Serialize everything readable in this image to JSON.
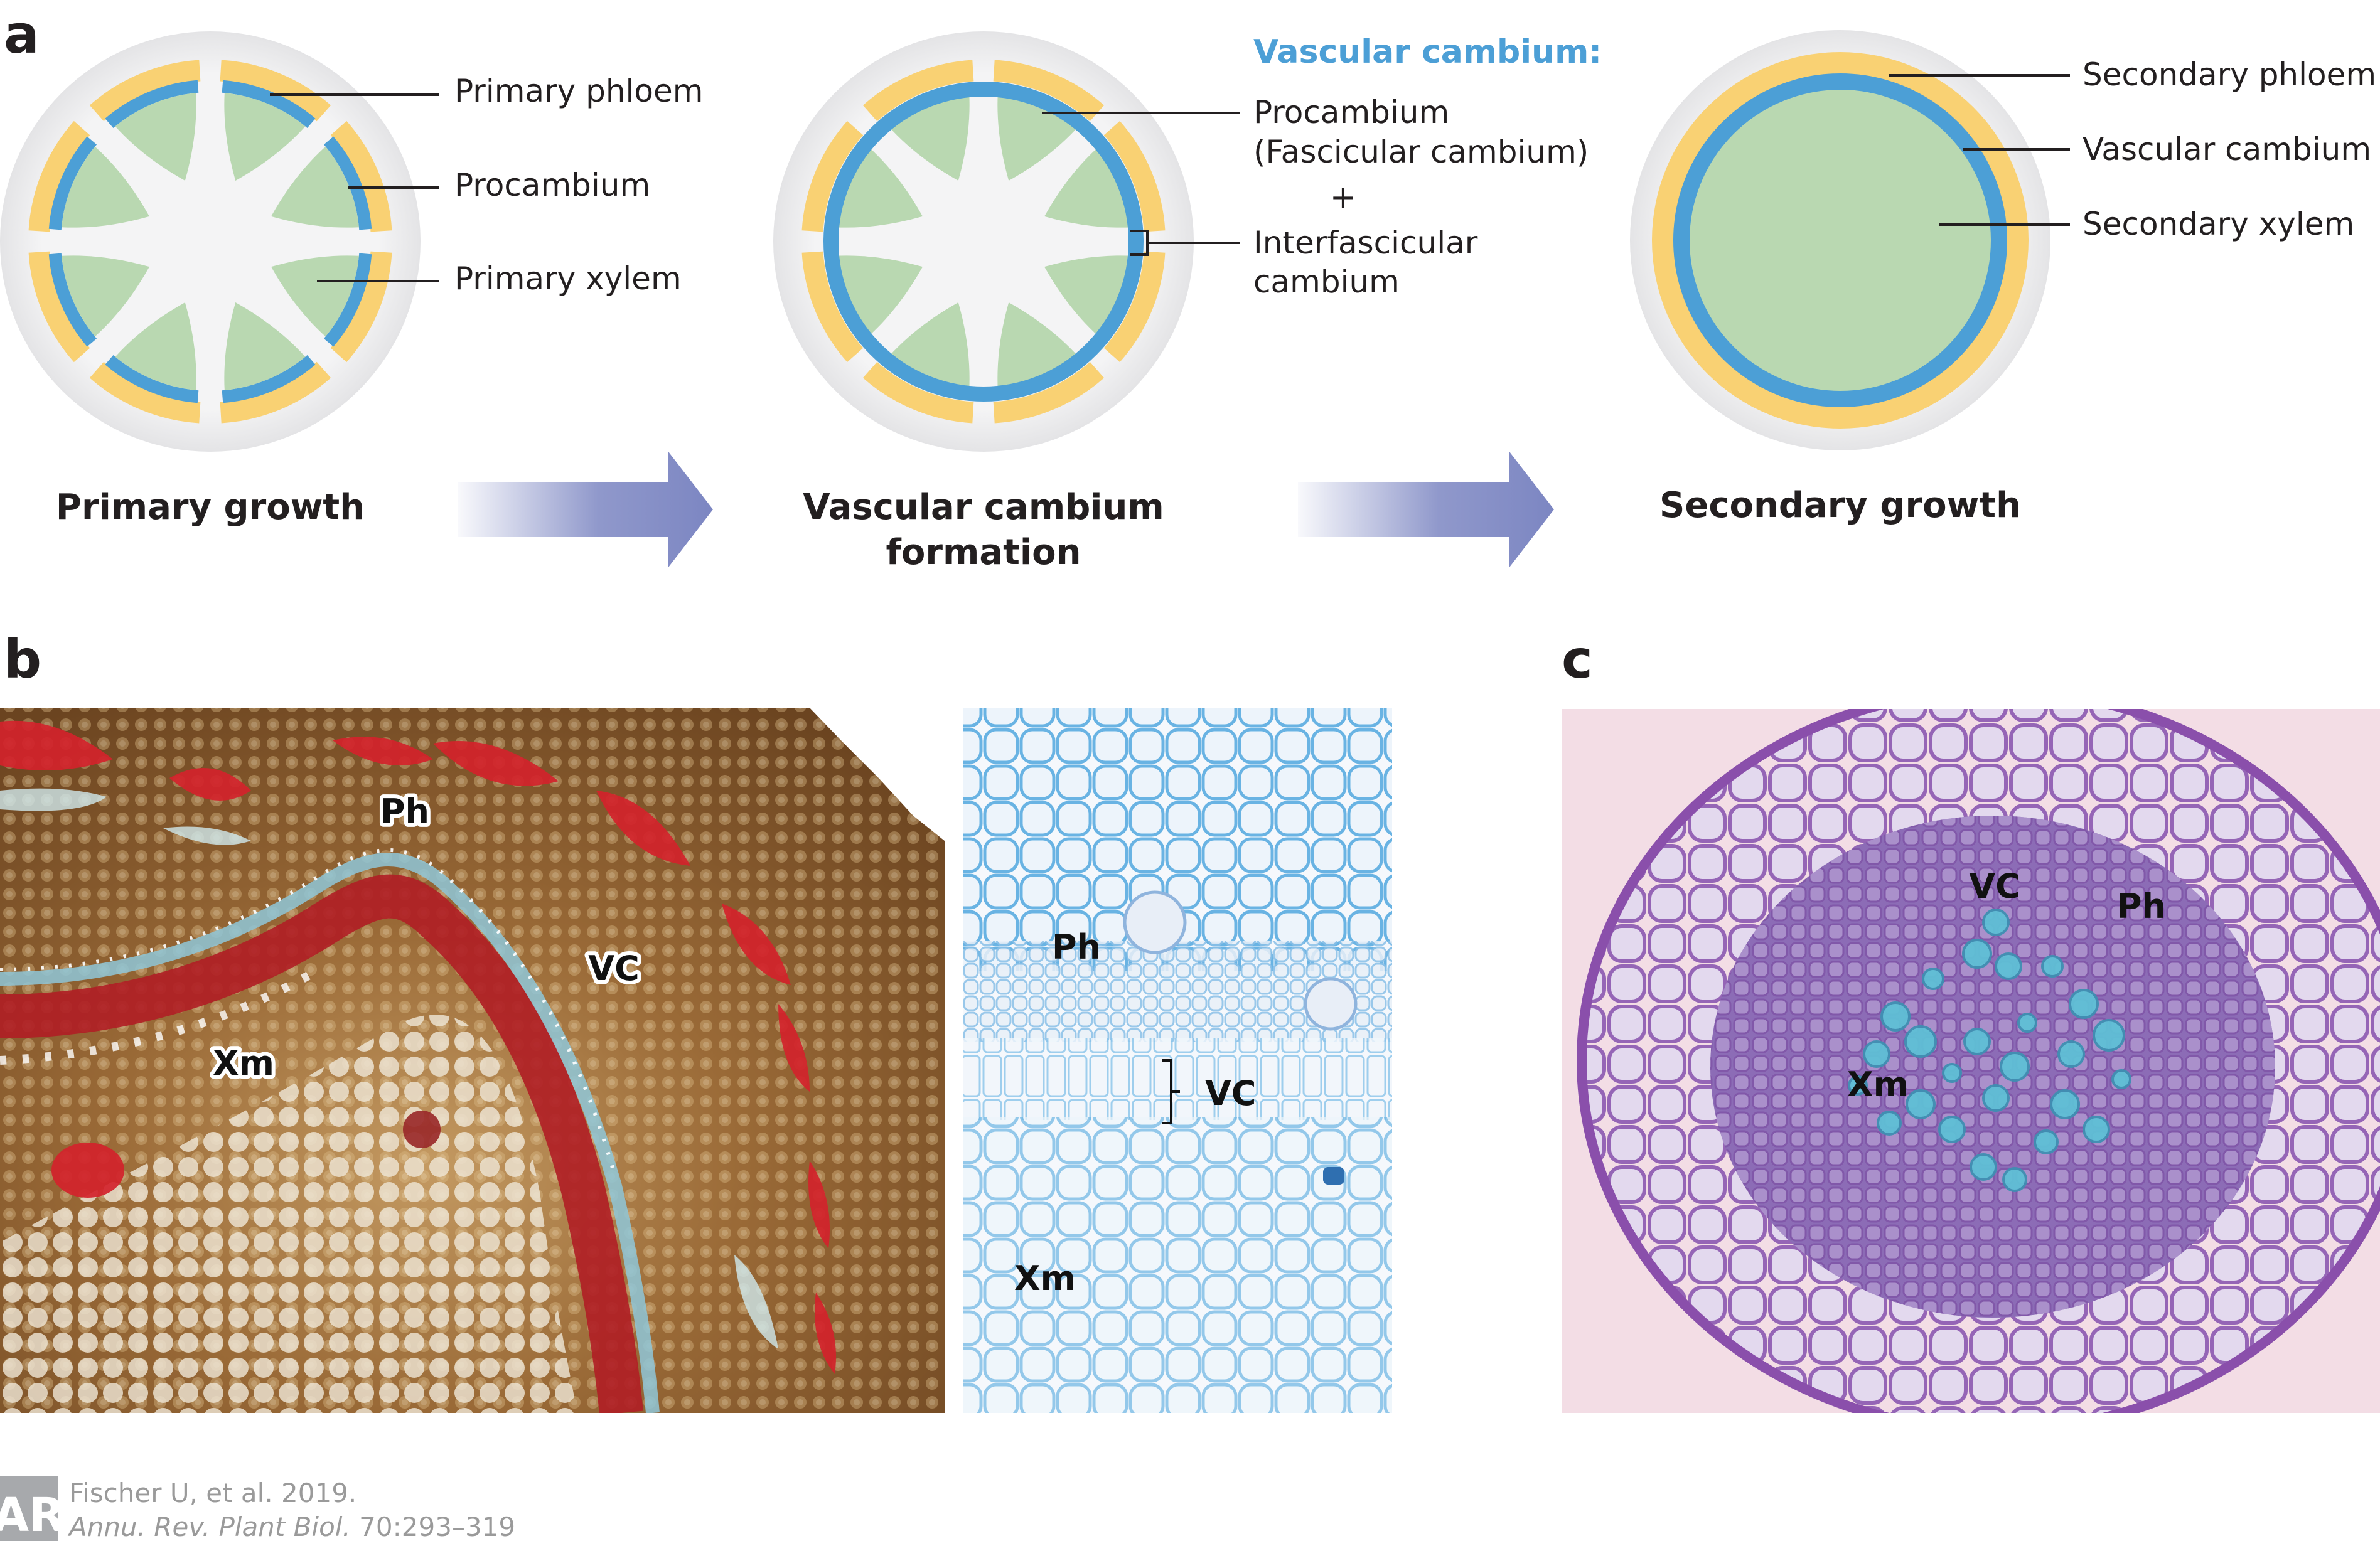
{
  "panels": {
    "a": "a",
    "b": "b",
    "c": "c"
  },
  "colors": {
    "phloem": "#f9d173",
    "cambium": "#4c9fd6",
    "xylem": "#b9d8b1",
    "stem_tissue": "#f1f1f2",
    "stem_edge": "#e3e3e5",
    "arrow": "#7c86c2",
    "cambium_heading": "#4c9fd6"
  },
  "stage1": {
    "title": "Primary growth",
    "labels": {
      "phloem": "Primary phloem",
      "procambium": "Procambium",
      "xylem": "Primary xylem"
    }
  },
  "stage2": {
    "title_line1": "Vascular cambium",
    "title_line2": "formation",
    "heading": "Vascular cambium:",
    "labels": {
      "procambium": "Procambium",
      "fascicular": "(Fascicular cambium)",
      "plus": "+",
      "interfascicular_1": "Interfascicular",
      "interfascicular_2": "cambium"
    }
  },
  "stage3": {
    "title": "Secondary growth",
    "labels": {
      "phloem": "Secondary phloem",
      "cambium": "Vascular cambium",
      "xylem": "Secondary xylem"
    }
  },
  "arrows": [
    "arrow-1",
    "arrow-2"
  ],
  "micrograph_b1": {
    "labels": [
      "Ph",
      "VC",
      "Xm"
    ]
  },
  "micrograph_b2": {
    "labels": [
      "Ph",
      "VC",
      "Xm"
    ]
  },
  "micrograph_c": {
    "labels": [
      "VC",
      "Ph",
      "Xm"
    ]
  },
  "citation": {
    "logo": "AR",
    "line1": "Fischer U, et al. 2019.",
    "line2_journal": "Annu. Rev. Plant Biol.",
    "line2_pages": " 70:293–319"
  }
}
